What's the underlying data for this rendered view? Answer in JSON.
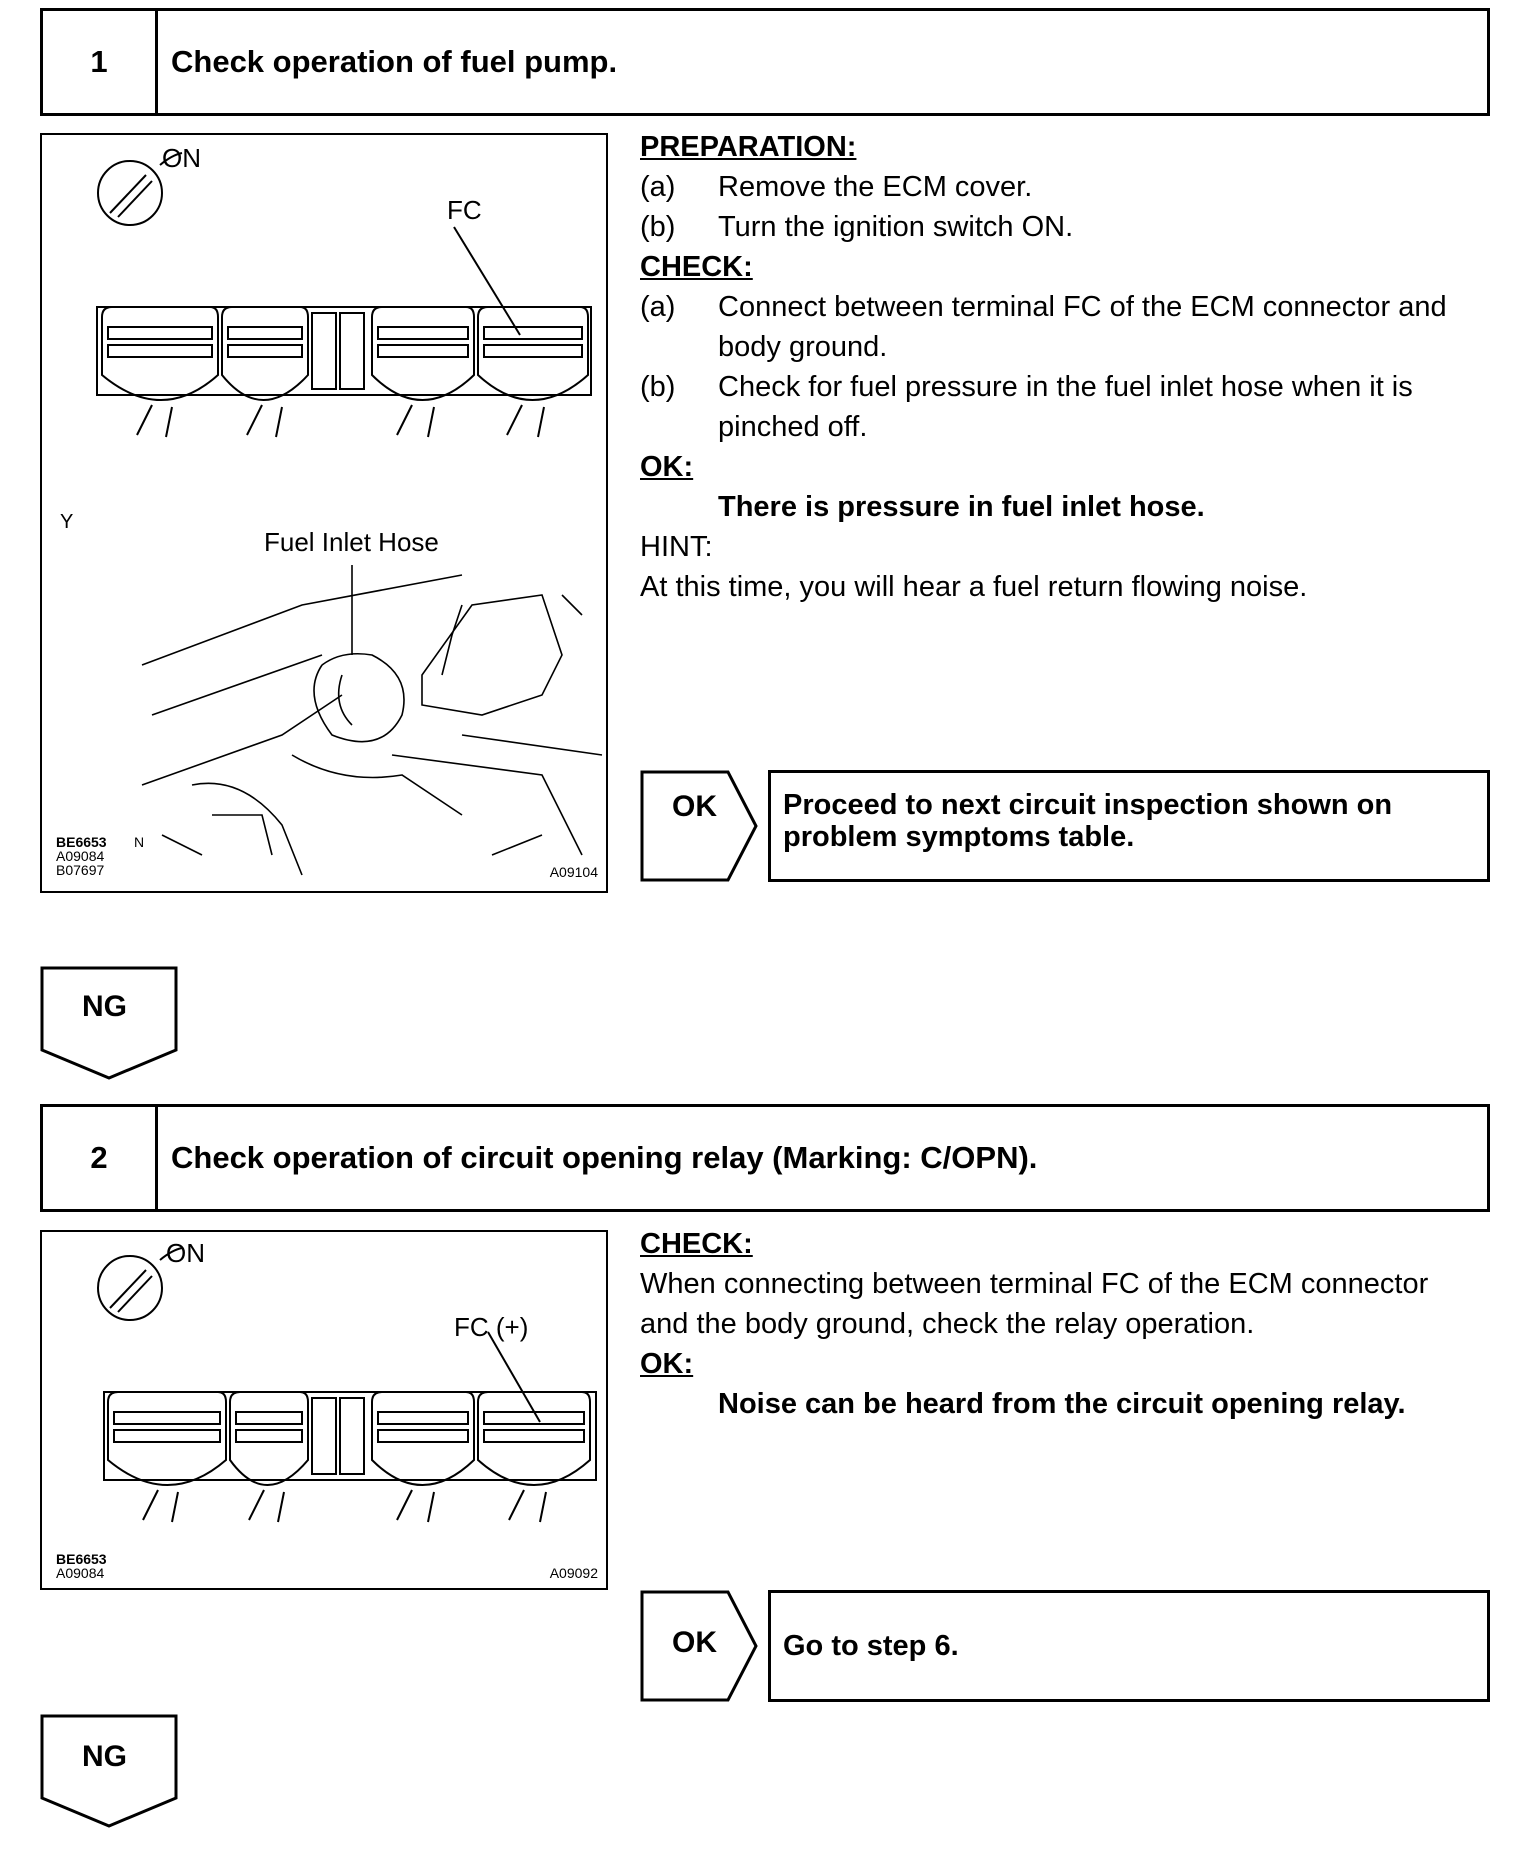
{
  "step1": {
    "number": "1",
    "title": "Check operation of fuel pump.",
    "figure": {
      "label_on": "ON",
      "label_fc": "FC",
      "label_y": "Y",
      "label_hose": "Fuel Inlet Hose",
      "label_n": "N",
      "code_1": "BE6653",
      "code_2": "A09084",
      "code_3": "B07697",
      "code_right": "A09104"
    },
    "preparation_heading": "PREPARATION:",
    "prep_a_marker": "(a)",
    "prep_a": "Remove the ECM cover.",
    "prep_b_marker": "(b)",
    "prep_b": "Turn the ignition switch ON.",
    "check_heading": "CHECK:",
    "check_a_marker": "(a)",
    "check_a_line1": "Connect between terminal FC of the ECM connector and",
    "check_a_line2": "body ground.",
    "check_b_marker": "(b)",
    "check_b_line1": "Check for fuel pressure in the fuel inlet hose when it is",
    "check_b_line2": "pinched off.",
    "ok_heading": "OK:",
    "ok_text": "There is pressure in fuel inlet hose.",
    "hint_heading": "HINT:",
    "hint_text": "At this time, you will hear a fuel return flowing noise.",
    "ok_label": "OK",
    "ok_result_line1": "Proceed to next circuit inspection shown on",
    "ok_result_line2": "problem symptoms table.",
    "ng_label": "NG"
  },
  "step2": {
    "number": "2",
    "title": "Check operation of circuit opening relay (Marking: C/OPN).",
    "figure": {
      "label_on": "ON",
      "label_fc": "FC (+)",
      "code_1": "BE6653",
      "code_2": "A09084",
      "code_right": "A09092"
    },
    "check_heading": "CHECK:",
    "check_line1": "When connecting between terminal FC of the ECM connector",
    "check_line2": "and the body ground, check the relay operation.",
    "ok_heading": "OK:",
    "ok_text": "Noise can be heard from the circuit opening relay.",
    "ok_label": "OK",
    "ok_result": "Go to step 6.",
    "ng_label": "NG"
  }
}
